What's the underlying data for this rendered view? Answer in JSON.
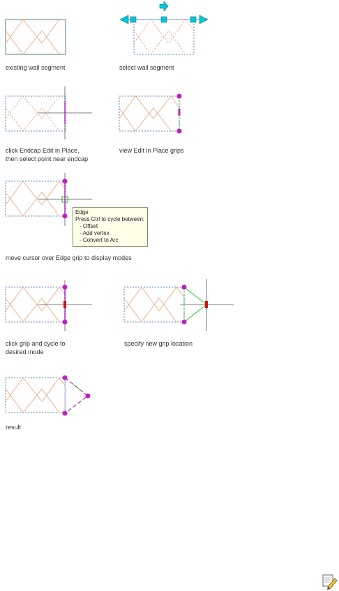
{
  "colors": {
    "wall_outline": "#4a8a6a",
    "dash_outline": "#5a8ad0",
    "hatch": "#f0a070",
    "grip_cyan": "#00c8d8",
    "grip_magenta": "#c020c0",
    "crosshair": "#555555",
    "edge_mark": "#d01010",
    "new_edge": "#30c030",
    "tooltip_bg": "#ffffe8"
  },
  "captions": {
    "step1": "existing wall segment",
    "step2": "select wall segment",
    "step3_line1": "click Endcap Edit in Place,",
    "step3_line2": "then select point near endcap",
    "step4": "view Edit in Place grips",
    "step5": "move cursor over Edge grip to display modes",
    "step6_line1": "click grip and cycle to",
    "step6_line2": "desired mode",
    "step7": "specify new grip location",
    "step8": "result"
  },
  "tooltip": {
    "title": "Edge",
    "instruction": "Press Ctrl to cycle between:",
    "options": [
      "- Offset",
      "- Add vertex",
      "- Convert to Arc"
    ]
  },
  "icons": {
    "corner": "pencil-icon"
  }
}
